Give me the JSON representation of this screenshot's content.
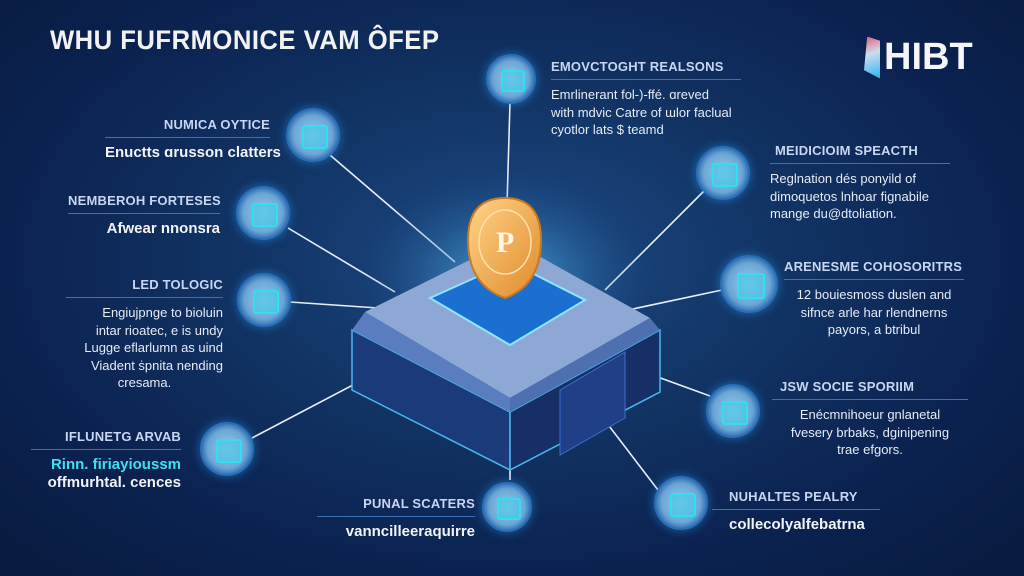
{
  "title": "WHU FUFRMONICE VAM ÔFEP",
  "logo": {
    "text": "HIBT"
  },
  "coin": {
    "symbol": "P"
  },
  "nodes": [
    {
      "id": "numica",
      "heading": "NUMICA OYTICE",
      "body": [
        "Enuctts ɑrusson clatters"
      ],
      "icon": "blueprint-icon"
    },
    {
      "id": "nemberoh",
      "heading": "NEMBEROH FORTESES",
      "body": [
        "Afwear nnonsra"
      ],
      "icon": "cube-icon"
    },
    {
      "id": "emovctoght",
      "heading": "EMOVCTOGHT REALSONS",
      "body": [
        "Emrlinerant fol-)-ffé. ɑreved",
        "with mdvic Catre of ɯlor faclual",
        "cyotlor lats $ teamd"
      ],
      "icon": "monitor-icon"
    },
    {
      "id": "meidicioim",
      "heading": "MEIDICIOIM SPEACTH",
      "body": [
        "Reglnation dés ponyild of",
        "dimoquetos lnhoar fignabile",
        "mange du@dtoliation."
      ],
      "icon": "flask-icon"
    },
    {
      "id": "led",
      "heading": "LED TOLOGIC",
      "body": [
        "Engiujpnge to bioluin",
        "intar rioatec, e is undy",
        "Lugge eflarlumn as uind",
        "Viadent ṡpnita nending",
        "cresama."
      ],
      "icon": "building-icon"
    },
    {
      "id": "arenesme",
      "heading": "ARENESME COHOSORITRS",
      "body": [
        "12 bouiesmoss duslen and",
        "sifnce arle har rlendnerns",
        "payors, a btribul"
      ],
      "icon": "chart-icon"
    },
    {
      "id": "iflunetg",
      "heading": "IFLUNETG ARVAB",
      "body": [
        "Rinn. firiayioussm",
        "offmurhtal. cences"
      ],
      "icon": "factory-icon"
    },
    {
      "id": "jsw",
      "heading": "JSW SOCIE SPORIIM",
      "body": [
        "Enécmnihoeur gnlanetal",
        "fvesery brbaks, dginipening",
        "trae efgors."
      ],
      "icon": "laptop-icon"
    },
    {
      "id": "punal",
      "heading": "PUNAL SCATERS",
      "body": [
        "vanncilleeraquirre"
      ],
      "icon": "gear-icon"
    },
    {
      "id": "nuhaltes",
      "heading": "NUHALTES PEALRY",
      "body": [
        "collecolyalfebatrna"
      ],
      "icon": "lock-icon"
    }
  ],
  "colors": {
    "background": "#0b2250",
    "accent": "#2ee0f0",
    "coin": "#f0a848",
    "heading": "#c9d6f2"
  }
}
